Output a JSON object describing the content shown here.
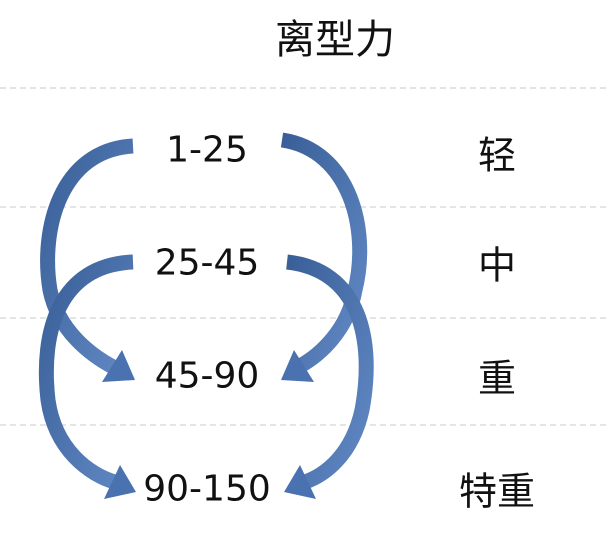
{
  "title": "离型力",
  "rows": [
    {
      "range": "1-25",
      "class": "轻"
    },
    {
      "range": "25-45",
      "class": "中"
    },
    {
      "range": "45-90",
      "class": "重"
    },
    {
      "range": "90-150",
      "class": "特重"
    }
  ],
  "colors": {
    "arrow_dark": "#3a5f98",
    "arrow_light": "#6189c4",
    "divider": "#c8c8c8"
  }
}
